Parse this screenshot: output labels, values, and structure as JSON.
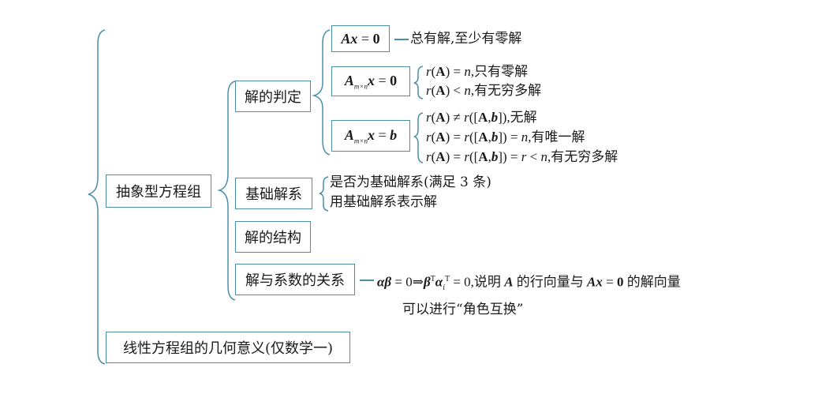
{
  "root": {
    "label": "抽象型方程组"
  },
  "geometry_node": {
    "label": "线性方程组的几何意义(仅数学一)"
  },
  "branches": {
    "judgement": {
      "label": "解的判定",
      "homogeneous_simple": {
        "equation": "Ax = 0",
        "result": "总有解,至少有零解"
      },
      "homogeneous_mn": {
        "equation": "A m×n x = 0",
        "cases": [
          "r(A) = n,只有零解",
          "r(A) < n,有无穷多解"
        ]
      },
      "nonhomogeneous_mn": {
        "equation": "A m×n x = b",
        "cases": [
          "r(A) ≠ r([A,b]),无解",
          "r(A) = r([A,b]) = n,有唯一解",
          "r(A) = r([A,b]) = r < n,有无穷多解"
        ]
      }
    },
    "basis": {
      "label": "基础解系",
      "items": [
        "是否为基础解系(满足 3 条)",
        "用基础解系表示解"
      ]
    },
    "structure": {
      "label": "解的结构"
    },
    "relation": {
      "label": "解与系数的关系",
      "line1": "αβ = 0⇒βᵀαᵢᵀ = 0,说明 A 的行向量与 Ax = 0 的解向量",
      "line2": "可以进行“角色互换”"
    }
  },
  "colors": {
    "box_border": "#4a8fa8",
    "bracket": "#4a8fa8",
    "text": "#1a1a1a"
  }
}
